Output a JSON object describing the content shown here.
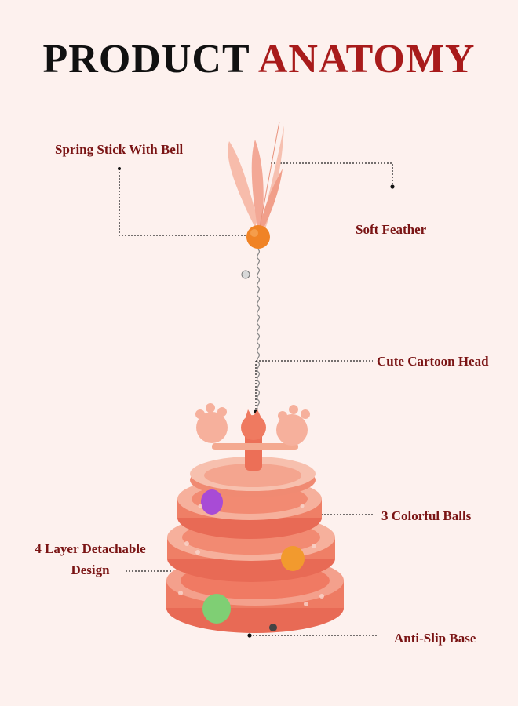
{
  "title": {
    "part1": "PRODUCT",
    "part2": "ANATOMY"
  },
  "labels": {
    "spring_stick": "Spring Stick With Bell",
    "soft_feather": "Soft Feather",
    "cartoon_head": "Cute Cartoon Head",
    "colorful_balls": "3 Colorful Balls",
    "layer_line1": "4 Layer Detachable",
    "layer_line2": "Design",
    "anti_slip": "Anti-Slip Base"
  },
  "colors": {
    "title_dark": "#111111",
    "title_accent": "#a81b1b",
    "label": "#7a1414",
    "background": "#fdf1ee",
    "toy_main": "#f07a63",
    "toy_light": "#f6b6a3"
  }
}
